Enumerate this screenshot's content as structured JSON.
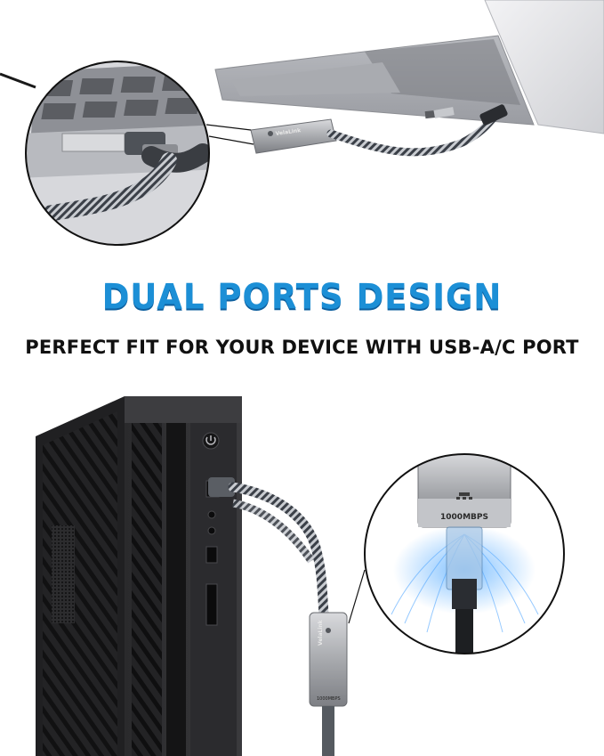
{
  "headline": {
    "title": "DUAL PORTS DESIGN",
    "subtitle": "PERFECT FIT FOR YOUR DEVICE WITH USB-A/C PORT"
  },
  "adapter": {
    "speed_label": "1000MBPS",
    "small_speed_label": "1000MBPS",
    "brand": "VelaLink"
  },
  "colors": {
    "title_blue": "#1c8fd6",
    "subtitle_black": "#111111"
  }
}
